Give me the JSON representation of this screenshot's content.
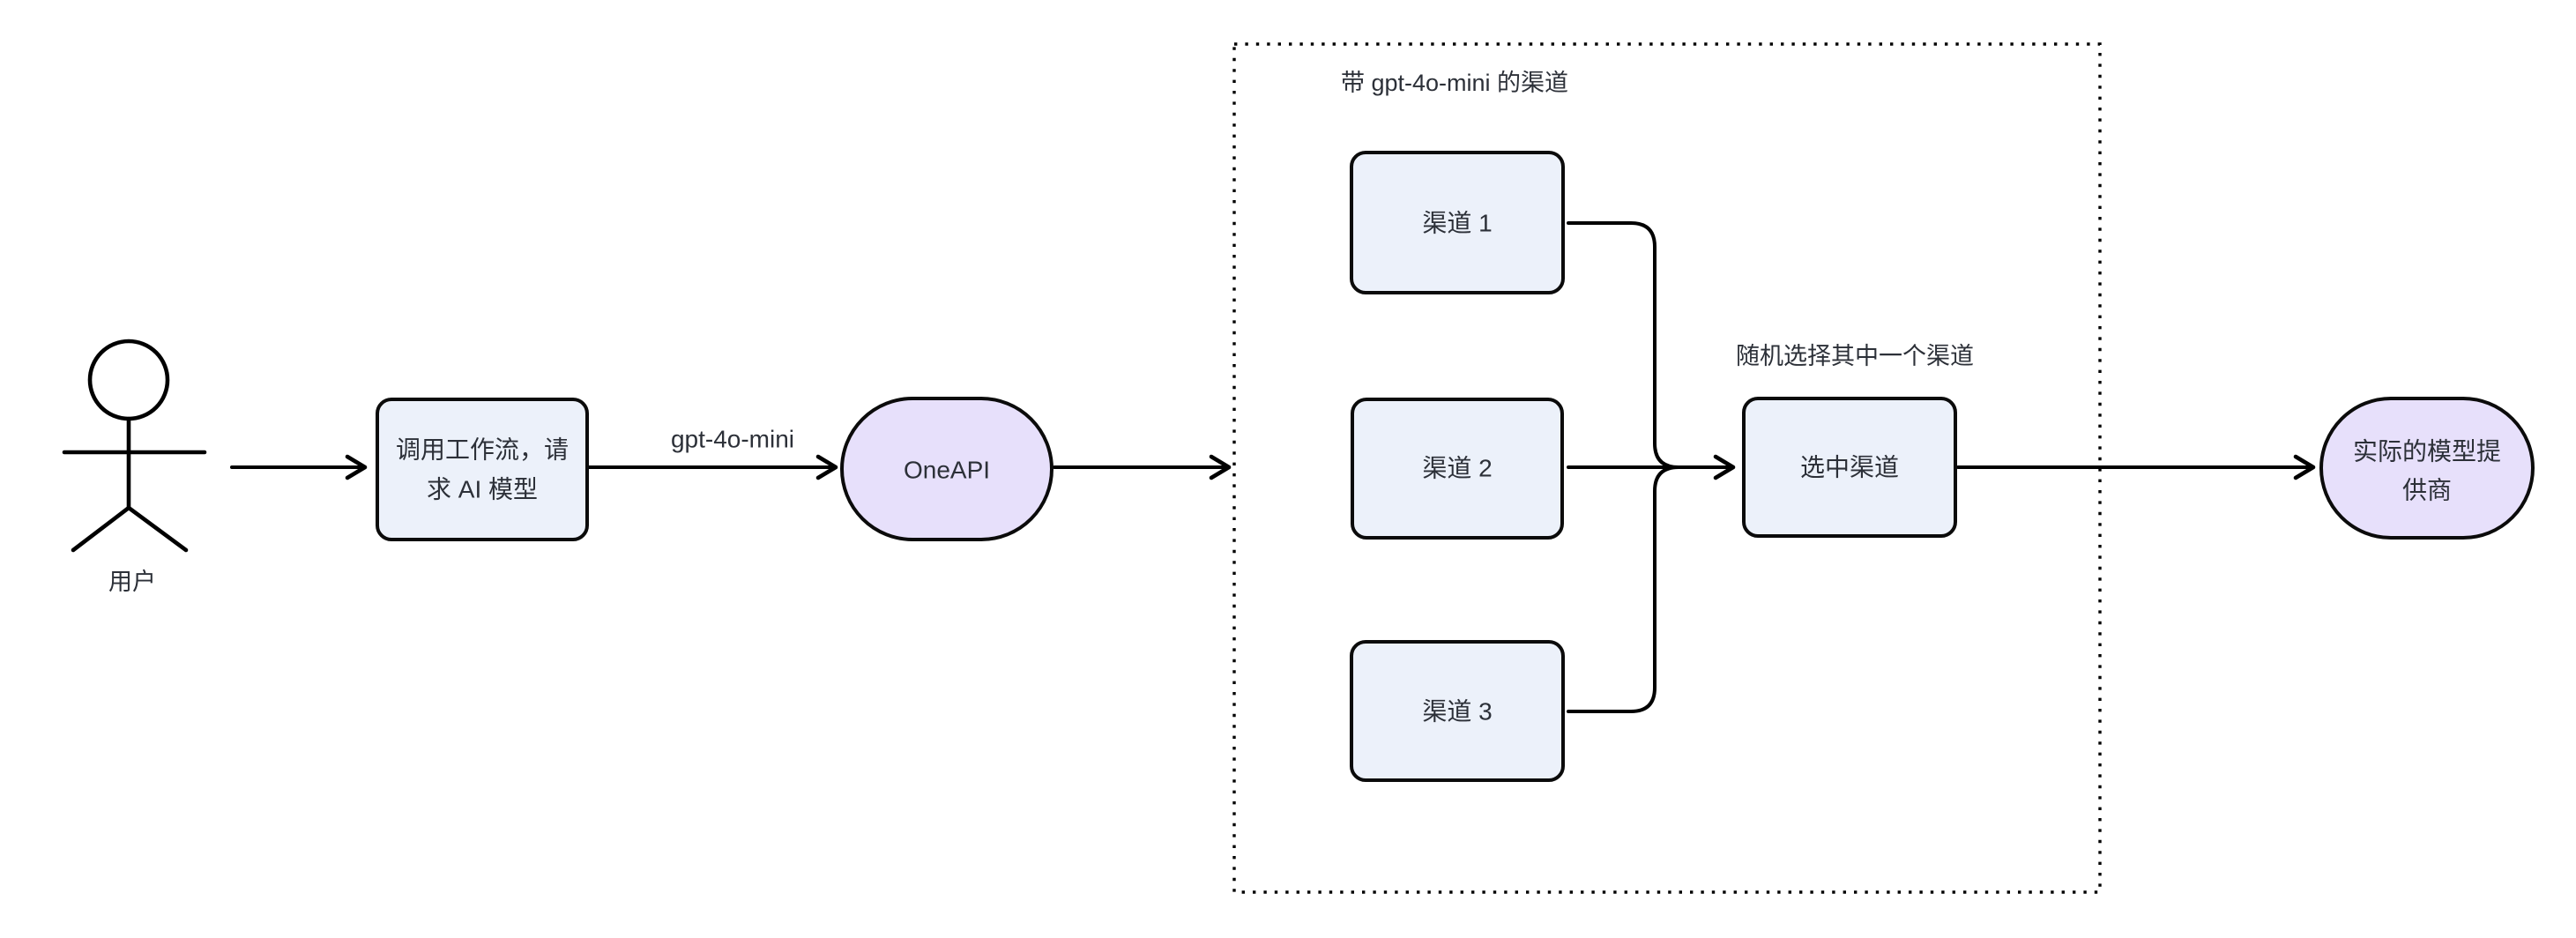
{
  "colors": {
    "background": "#ffffff",
    "rect_fill": "#ECF1FA",
    "stadium_fill": "#E7E0FB",
    "border": "#0b0b0b",
    "text": "#2c3038",
    "line": "#000000"
  },
  "actor": {
    "label": "用户"
  },
  "nodes": {
    "workflow": {
      "line1": "调用工作流，请",
      "line2": "求 AI 模型"
    },
    "oneapi": {
      "label": "OneAPI"
    },
    "channel1": {
      "label": "渠道 1"
    },
    "channel2": {
      "label": "渠道 2"
    },
    "channel3": {
      "label": "渠道 3"
    },
    "selected": {
      "label": "选中渠道"
    },
    "provider": {
      "line1": "实际的模型提",
      "line2": "供商"
    }
  },
  "labels": {
    "edge_model": "gpt-4o-mini",
    "subgraph_title": "带 gpt-4o-mini 的渠道",
    "annotation": "随机选择其中一个渠道"
  }
}
